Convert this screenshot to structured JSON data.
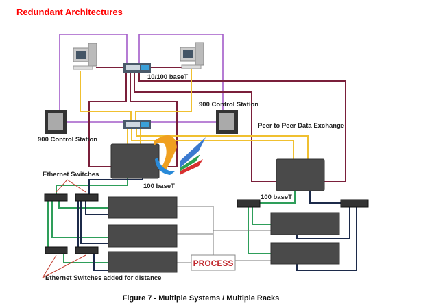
{
  "title": "Redundant Architectures",
  "labels": {
    "top_switch_speed": "10/100 baseT",
    "control_station_right": "900 Control Station",
    "control_station_left": "900 Control Station",
    "peer_exchange": "Peer to Peer Data Exchange",
    "baset_center": "100 baseT",
    "baset_right": "100 baseT",
    "ethernet_switches": "Ethernet Switches",
    "ethernet_switches_distance": "Ethernet Switches added for distance",
    "process": "PROCESS"
  },
  "caption": "Figure 7 - Multiple Systems / Multiple Racks",
  "colors": {
    "title": "#ff0000",
    "purple": "#a35bc9",
    "maroon": "#7a1f3a",
    "yellow": "#f0c030",
    "green": "#2e9e5a",
    "navy": "#1c2a4a",
    "arrow": "#c0392b",
    "process": "#c0272d"
  }
}
